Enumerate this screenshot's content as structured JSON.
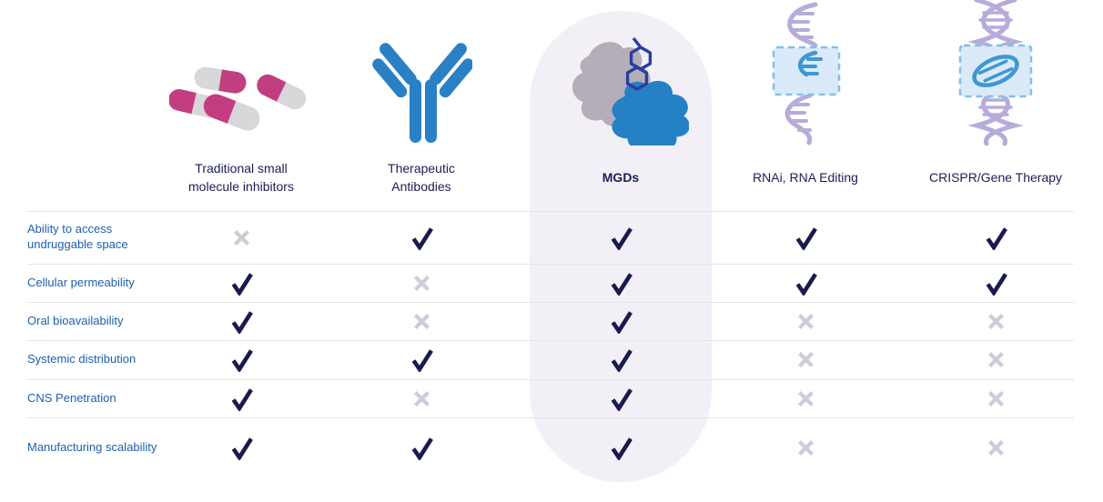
{
  "colors": {
    "highlight_pill": "#f2f0f6",
    "check": "#191a4f",
    "cross": "#cdcdd9",
    "row_label": "#1d5fae",
    "header_text": "#1c1d55",
    "divider": "#e5e5ea",
    "capsule_pink": "#c23e80",
    "capsule_gray": "#d8d7d9",
    "antibody_blue": "#2a80c5",
    "blob_gray": "#b5aeb9",
    "blob_blue": "#2581c4",
    "molecule_navy": "#2b3da0",
    "strand_purple": "#b7abdc",
    "segment_blue": "#3e98d2",
    "box_fill": "#dbeaf8",
    "box_border": "#85bfe5"
  },
  "chart_data": {
    "type": "table",
    "legend": {
      "yes": "check mark",
      "no": "cross mark"
    },
    "highlighted_column": "MGDs",
    "columns": [
      {
        "label": "Traditional small molecule inhibitors",
        "icon": "pills-icon",
        "highlighted": false
      },
      {
        "label": "Therapeutic Antibodies",
        "icon": "antibody-icon",
        "highlighted": false
      },
      {
        "label": "MGDs",
        "icon": "molecular-glue-degrader-icon",
        "highlighted": true
      },
      {
        "label": "RNAi, RNA Editing",
        "icon": "rna-strand-icon",
        "highlighted": false
      },
      {
        "label": "CRISPR/Gene Therapy",
        "icon": "dna-double-helix-icon",
        "highlighted": false
      }
    ],
    "rows": [
      {
        "label": "Ability to access undruggable space",
        "values": [
          "no",
          "yes",
          "yes",
          "yes",
          "yes"
        ]
      },
      {
        "label": "Cellular permeability",
        "values": [
          "yes",
          "no",
          "yes",
          "yes",
          "yes"
        ]
      },
      {
        "label": "Oral bioavailability",
        "values": [
          "yes",
          "no",
          "yes",
          "no",
          "no"
        ]
      },
      {
        "label": "Systemic distribution",
        "values": [
          "yes",
          "yes",
          "yes",
          "no",
          "no"
        ]
      },
      {
        "label": "CNS Penetration",
        "values": [
          "yes",
          "no",
          "yes",
          "no",
          "no"
        ]
      },
      {
        "label": "Manufacturing scalability",
        "values": [
          "yes",
          "yes",
          "yes",
          "no",
          "no"
        ]
      }
    ]
  }
}
